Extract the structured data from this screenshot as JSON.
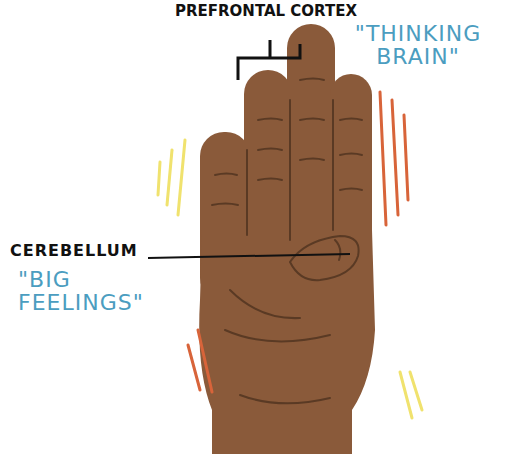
{
  "diagram": {
    "labels": [
      "PREFRONTAL CORTEX",
      "\"THINKING BRAIN\"",
      "CEREBELLUM",
      "\"BIG FEELINGS\""
    ]
  }
}
